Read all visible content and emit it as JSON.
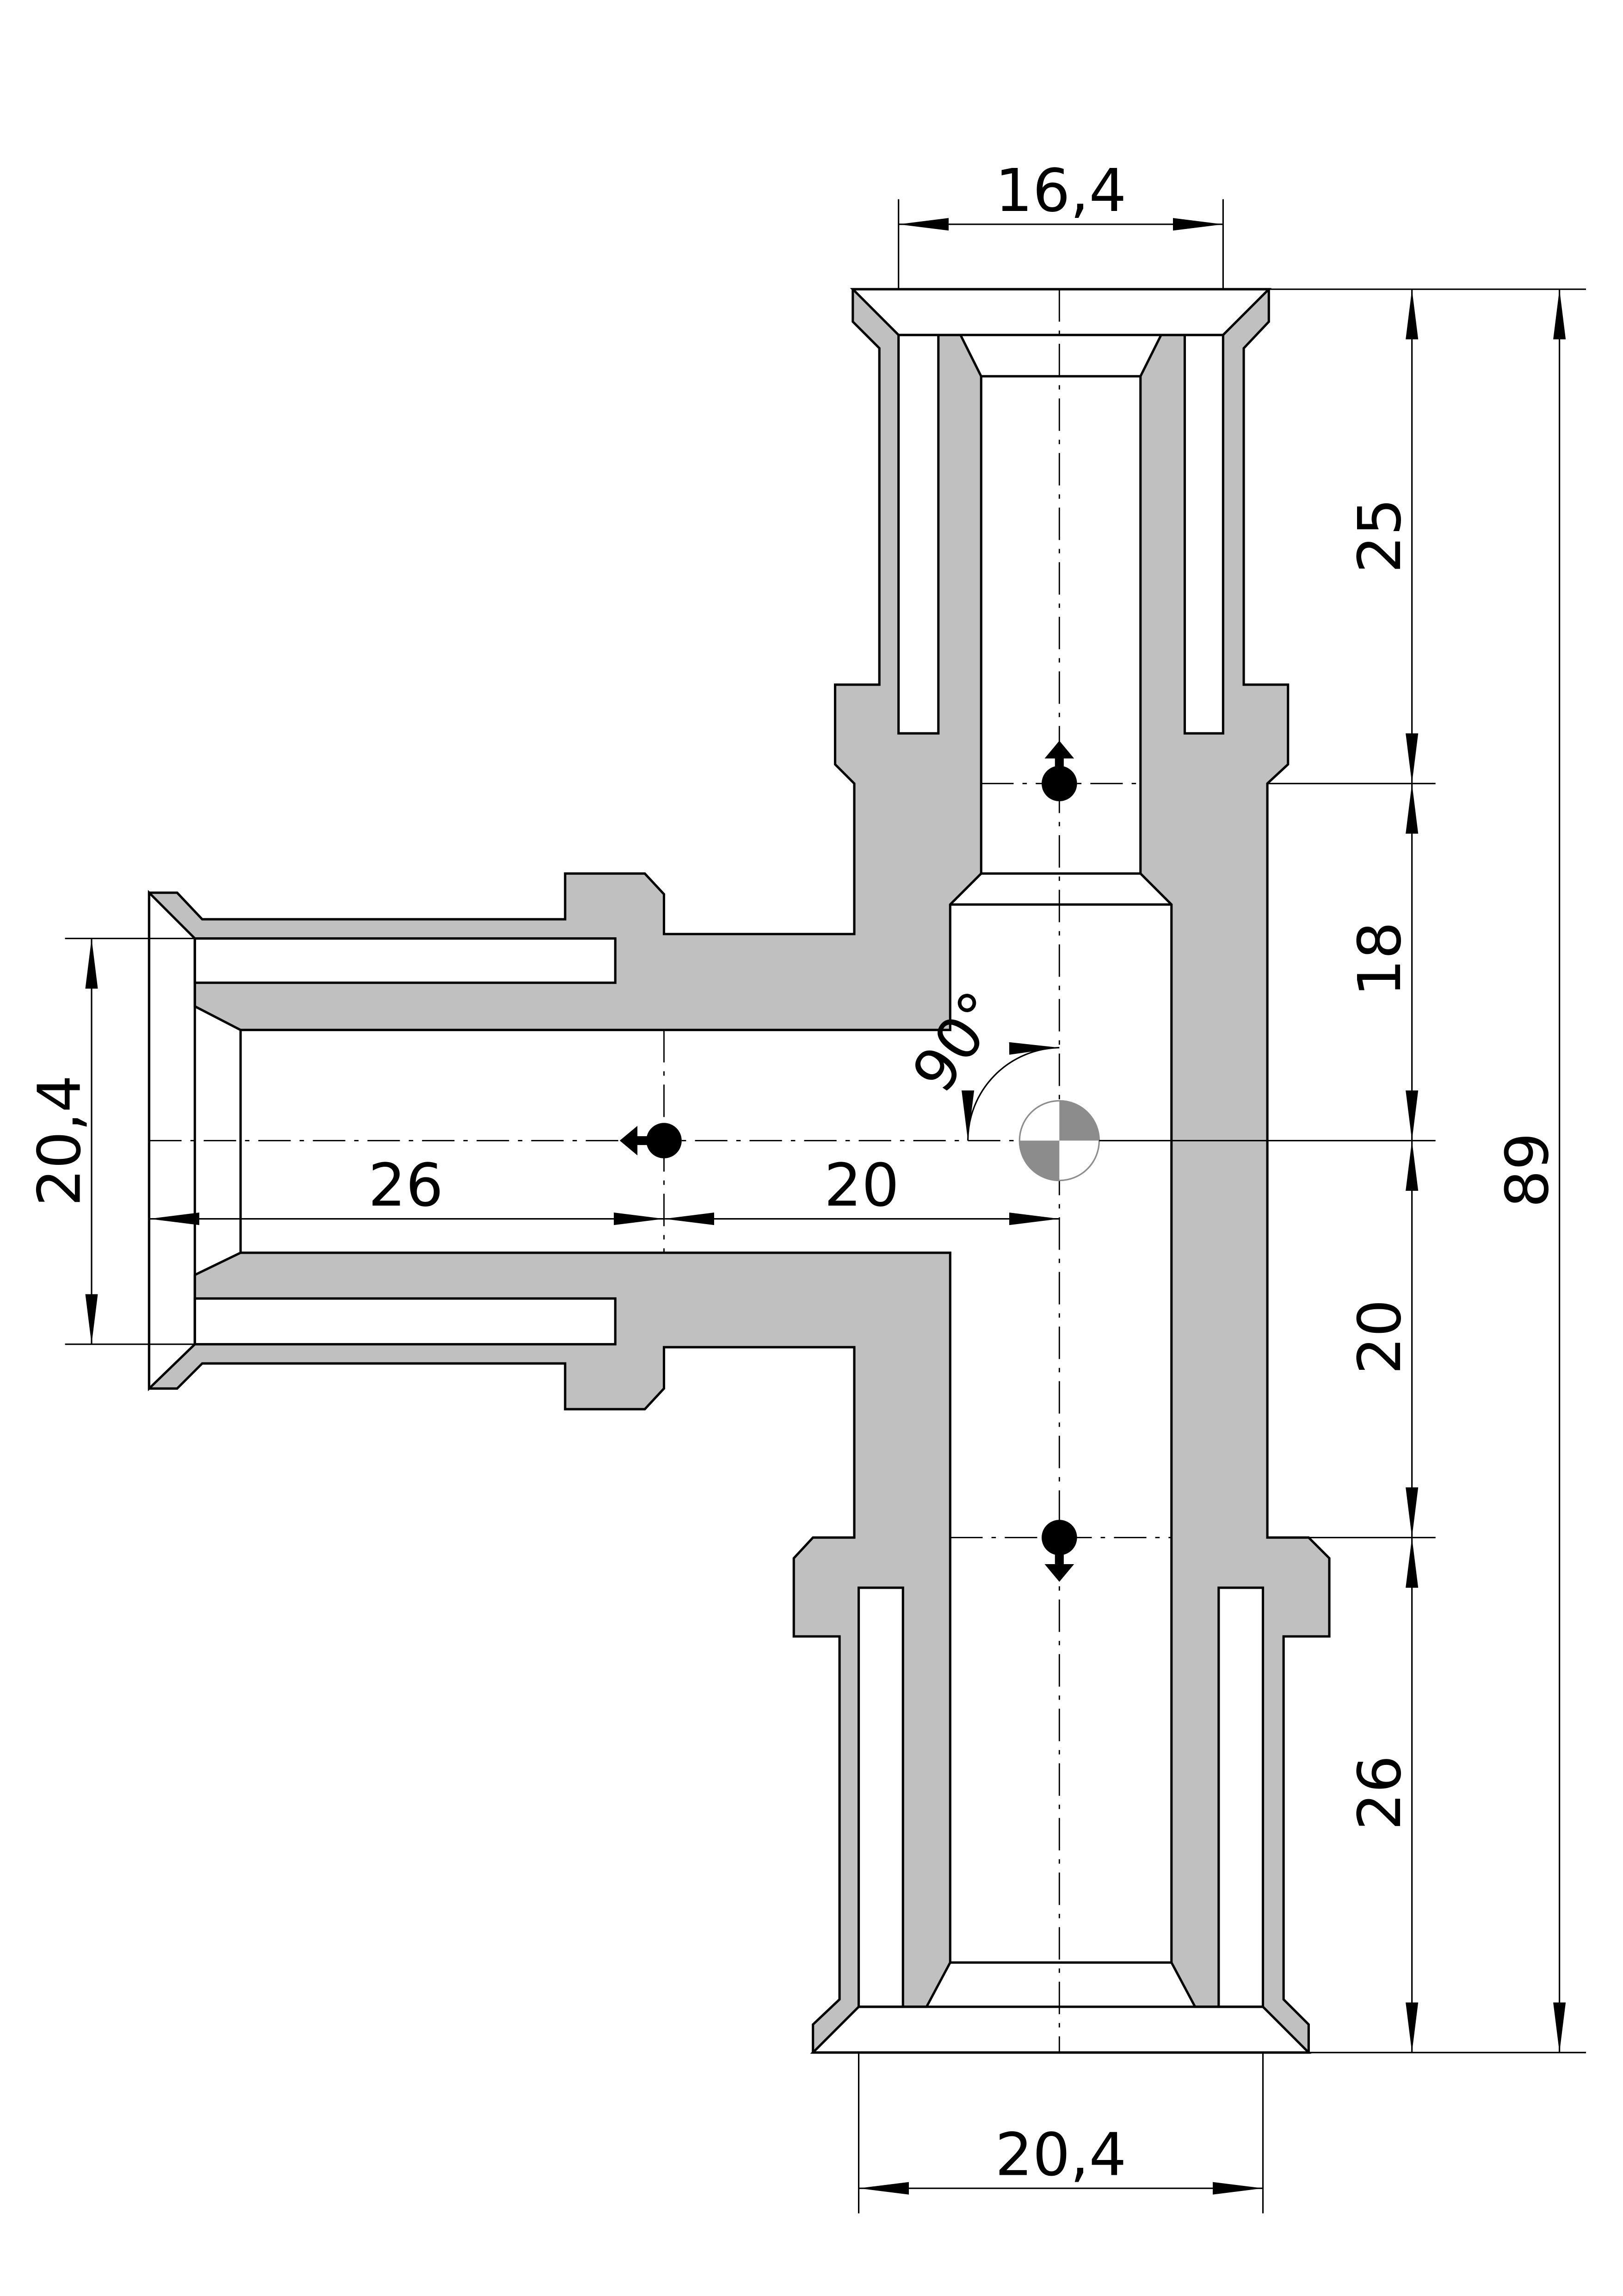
{
  "title": "Tee fitting technical drawing",
  "colors": {
    "body": "#c0c0c0",
    "cavity": "#ffffff",
    "line": "#000000",
    "center_mark": "#8c8c8c"
  },
  "dimensions": {
    "top_width": "16,4",
    "bottom_width": "20,4",
    "left_height": "20,4",
    "left_length": "26",
    "center_offset": "20",
    "right_seg1": "25",
    "right_seg2": "18",
    "right_seg3": "20",
    "right_seg4": "26",
    "total_height": "89",
    "angle": "90°"
  }
}
